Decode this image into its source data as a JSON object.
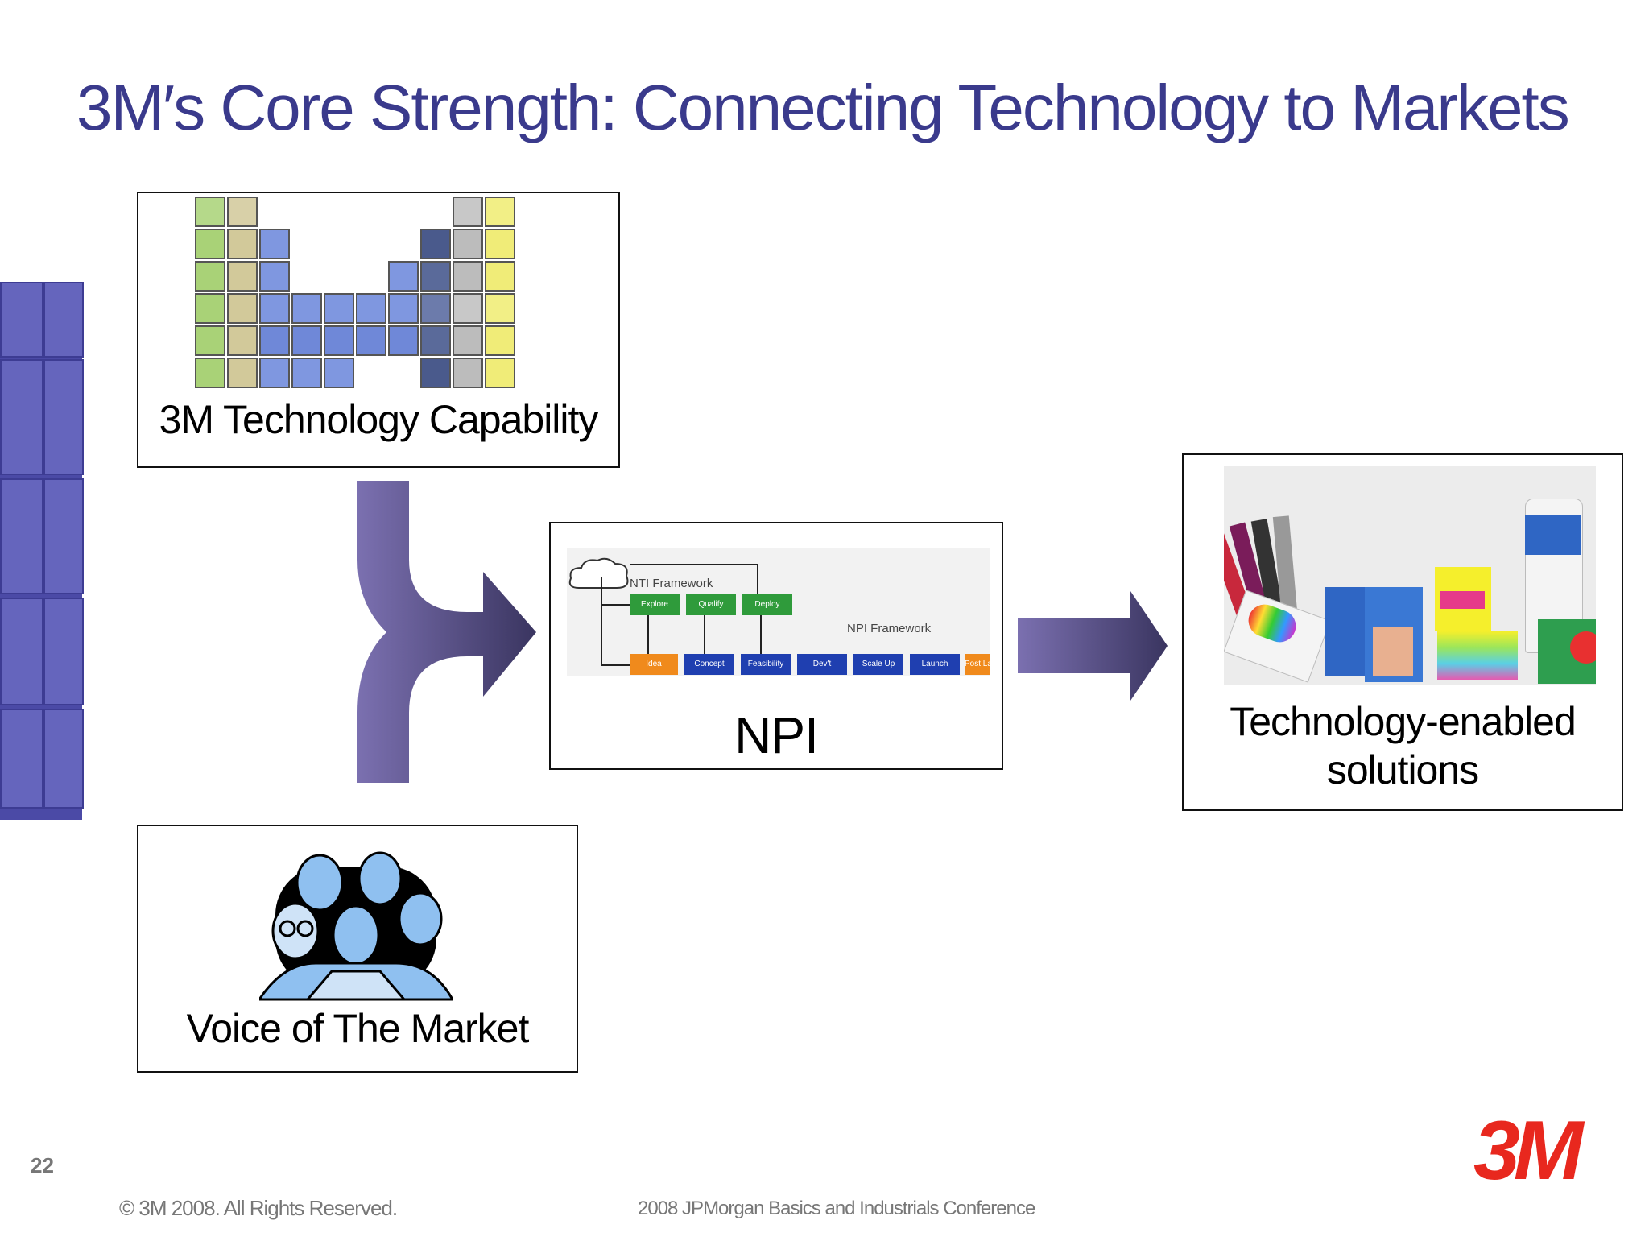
{
  "slide": {
    "title": "3M′s Core Strength: Connecting Technology to Markets",
    "page_number": "22",
    "copyright": "© 3M 2008.  All Rights Reserved.",
    "conference": "2008 JPMorgan Basics and Industrials Conference",
    "logo_text": "3M"
  },
  "diagram": {
    "technology_box": {
      "label": "3M Technology Capability"
    },
    "market_box": {
      "label": "Voice of The Market"
    },
    "npi_box": {
      "label": "NPI",
      "nti_framework": "NTI Framework",
      "npi_framework": "NPI Framework",
      "nti_stages": [
        "Explore",
        "Qualify",
        "Deploy"
      ],
      "npi_stages": [
        "Idea",
        "Concept",
        "Feasibility",
        "Dev't",
        "Scale Up",
        "Launch",
        "Post Launch"
      ]
    },
    "solutions_box": {
      "line1": "Technology-enabled",
      "line2": "solutions"
    },
    "colors": {
      "title": "#3a3a8c",
      "arrow": "#7b70b0",
      "sidebar": "#4b4aa6",
      "logo": "#e8281e"
    }
  }
}
